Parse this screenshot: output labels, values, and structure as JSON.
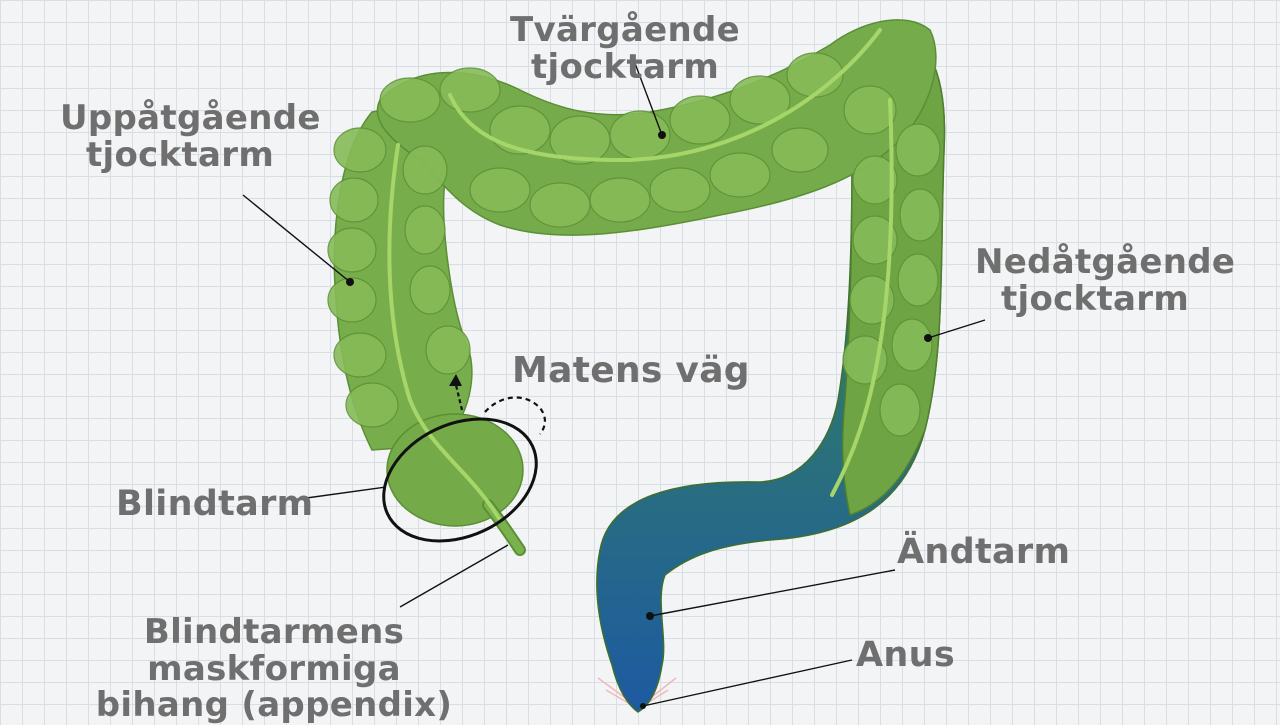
{
  "labels": {
    "transverse_colon": "Tvärgående tjocktarm",
    "ascending_colon": "Uppåtgående\ntjocktarm",
    "descending_colon": "Nedåtgående\ntjocktarm",
    "food_path": "Matens väg",
    "cecum": "Blindtarm",
    "appendix": "Blindtarmens maskformiga\nbihang (appendix)",
    "rectum": "Ändtarm",
    "anus": "Anus"
  },
  "colors": {
    "colon_green": "#76ab4b",
    "colon_dark": "#5b8f35",
    "highlight": "#a6d66a",
    "rectum_blue": "#1f5f9e",
    "label_gray": "#6f6f6f"
  }
}
